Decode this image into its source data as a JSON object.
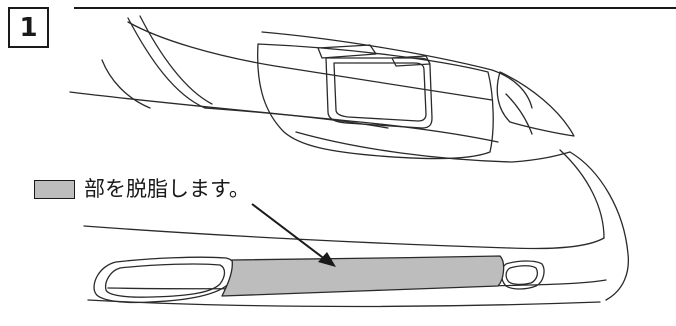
{
  "step": {
    "number": "1"
  },
  "legend": {
    "text": "部を脱脂します。",
    "swatch_color": "#bdbdbd"
  },
  "illustration": {
    "subject": "car-rear-bumper",
    "highlight_color": "#bdbdbd"
  }
}
